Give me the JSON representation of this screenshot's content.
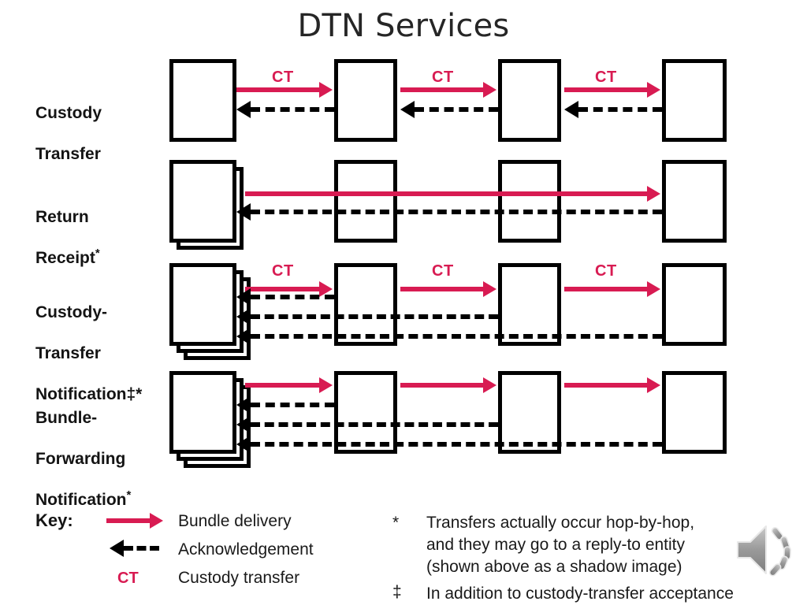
{
  "slide": {
    "title": "DTN Services"
  },
  "rows": [
    {
      "id": "custody-transfer",
      "label_lines": [
        "Custody",
        "Transfer"
      ],
      "label_sup": "",
      "ct_labels": [
        "CT",
        "CT",
        "CT"
      ],
      "shadow_layers": 0,
      "ack_lines": 3
    },
    {
      "id": "return-receipt",
      "label_lines": [
        "Return",
        "Receipt"
      ],
      "label_sup": "*",
      "ct_labels": [],
      "shadow_layers": 1,
      "ack_lines": 1
    },
    {
      "id": "custody-transfer-notification",
      "label_lines": [
        "Custody-",
        "Transfer",
        "Notification"
      ],
      "label_sup": "‡*",
      "ct_labels": [
        "CT",
        "CT",
        "CT"
      ],
      "shadow_layers": 2,
      "ack_lines": 3
    },
    {
      "id": "bundle-forwarding-notification",
      "label_lines": [
        "Bundle-",
        "Forwarding",
        "Notification"
      ],
      "label_sup": "*",
      "ct_labels": [],
      "shadow_layers": 2,
      "ack_lines": 3
    }
  ],
  "key": {
    "title": "Key:",
    "entries": [
      {
        "symbol": "red-arrow",
        "label": "Bundle delivery"
      },
      {
        "symbol": "black-dashed-arrow",
        "label": "Acknowledgement"
      },
      {
        "symbol": "CT",
        "label": "Custody transfer"
      }
    ]
  },
  "footnotes": [
    {
      "mark": "*",
      "text": "Transfers actually occur hop-by-hop,\nand they may go to a reply-to entity\n(shown above as a shadow image)"
    },
    {
      "mark": "‡",
      "text": "In addition to custody-transfer acceptance"
    }
  ],
  "colors": {
    "accent_red": "#D81B52",
    "line_black": "#000000",
    "title_gray": "#262626",
    "speaker_gray": "#9a9a9a"
  },
  "icons": {
    "speaker": "speaker-icon"
  }
}
